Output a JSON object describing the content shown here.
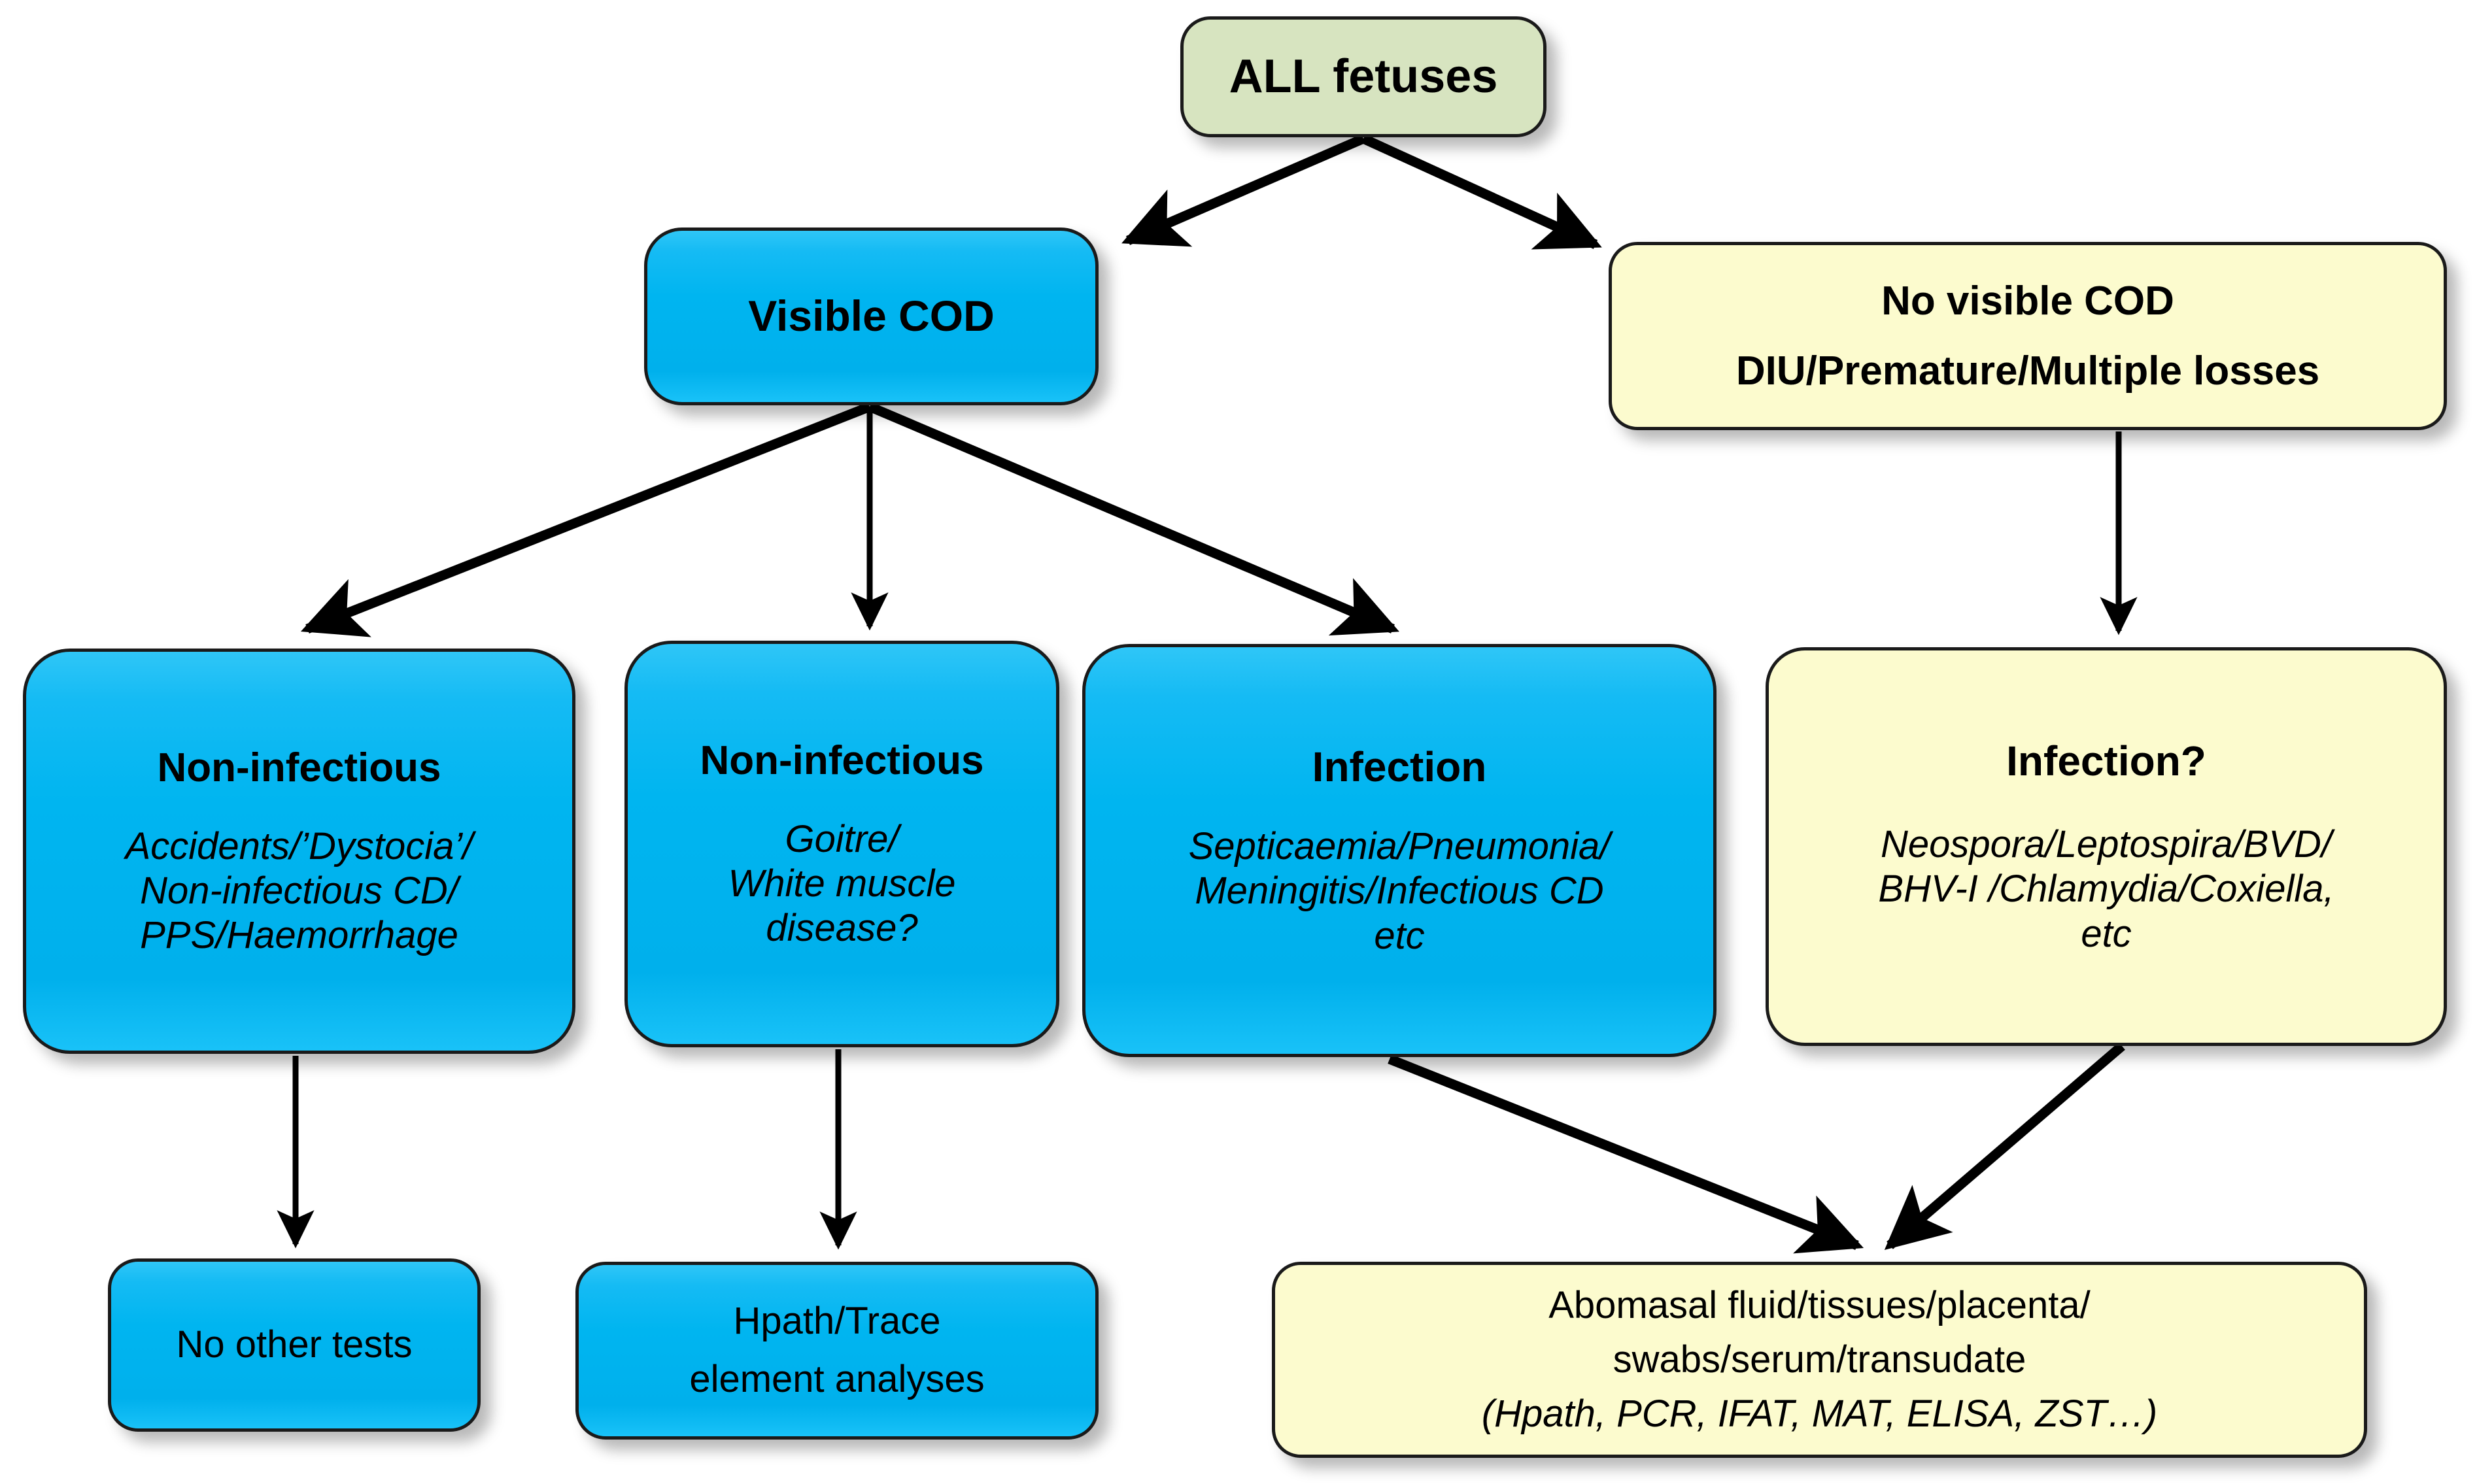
{
  "diagram": {
    "title": "Fetal loss investigation decision tree",
    "colors": {
      "green_fill": "#D7E4C0",
      "cyan_fill": "#00B5F0",
      "yellow_fill": "#FCFBCE",
      "outline": "#1A1A1A",
      "arrow": "#000000",
      "text": "#000000"
    }
  },
  "nodes": {
    "all_fetuses": {
      "title": "ALL fetuses"
    },
    "visible_cod": {
      "title": "Visible  COD"
    },
    "no_visible_cod": {
      "line1": "No visible COD",
      "line2": "DIU/Premature/Multiple  losses"
    },
    "non_infectious_1": {
      "title": "Non-infectious",
      "sub1": "Accidents/’Dystocia’/",
      "sub2": "Non-infectious CD/",
      "sub3": "PPS/Haemorrhage"
    },
    "non_infectious_2": {
      "title": "Non-infectious",
      "sub1": "Goitre/",
      "sub2": "White muscle",
      "sub3": "disease?"
    },
    "infection": {
      "title": "Infection",
      "sub1": "Septicaemia/Pneumonia/",
      "sub2": "Meningitis/Infectious CD",
      "sub3": "etc"
    },
    "infection_query": {
      "title": "Infection?",
      "sub1": "Neospora/Leptospira/BVD/",
      "sub2": "BHV-I /Chlamydia/Coxiella,",
      "sub3": "etc"
    },
    "no_other_tests": {
      "line1": "No other tests"
    },
    "hpath_trace": {
      "line1": "Hpath/Trace",
      "line2": "element analyses"
    },
    "abomasal": {
      "line1": "Abomasal fluid/tissues/placenta/",
      "line2": "swabs/serum/transudate",
      "line3": "(Hpath, PCR, IFAT, MAT, ELISA, ZST…)"
    }
  },
  "edges": [
    {
      "name": "all-fetuses-to-visible-cod",
      "from": "all_fetuses",
      "to": "visible_cod"
    },
    {
      "name": "all-fetuses-to-no-visible-cod",
      "from": "all_fetuses",
      "to": "no_visible_cod"
    },
    {
      "name": "visible-cod-to-non-infectious-1",
      "from": "visible_cod",
      "to": "non_infectious_1"
    },
    {
      "name": "visible-cod-to-non-infectious-2",
      "from": "visible_cod",
      "to": "non_infectious_2"
    },
    {
      "name": "visible-cod-to-infection",
      "from": "visible_cod",
      "to": "infection"
    },
    {
      "name": "no-visible-cod-to-infection-query",
      "from": "no_visible_cod",
      "to": "infection_query"
    },
    {
      "name": "non-infectious-1-to-no-other-tests",
      "from": "non_infectious_1",
      "to": "no_other_tests"
    },
    {
      "name": "non-infectious-2-to-hpath-trace",
      "from": "non_infectious_2",
      "to": "hpath_trace"
    },
    {
      "name": "infection-to-abomasal",
      "from": "infection",
      "to": "abomasal"
    },
    {
      "name": "infection-query-to-abomasal",
      "from": "infection_query",
      "to": "abomasal"
    }
  ]
}
